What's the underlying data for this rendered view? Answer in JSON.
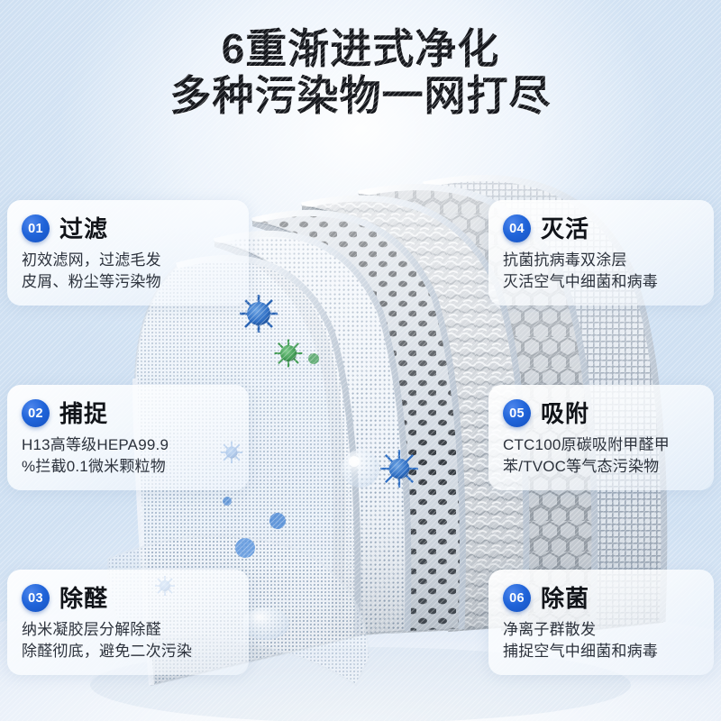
{
  "headline": {
    "line1": "6重渐进式净化",
    "line2": "多种污染物一网打尽"
  },
  "colors": {
    "badge_blue": "#2064d9",
    "background_blue": "#cddff3",
    "title_text": "#15171c",
    "body_text": "#2c323c"
  },
  "cards": [
    {
      "number": "01",
      "title": "过滤",
      "line1": "初效滤网，过滤毛发",
      "line2": "皮屑、粉尘等污染物",
      "side": "left"
    },
    {
      "number": "02",
      "title": "捕捉",
      "line1": "H13高等级HEPA99.9",
      "line2": "%拦截0.1微米颗粒物",
      "side": "left"
    },
    {
      "number": "03",
      "title": "除醛",
      "line1": "纳米凝胶层分解除醛",
      "line2": "除醛彻底，避免二次污染",
      "side": "left"
    },
    {
      "number": "04",
      "title": "灭活",
      "line1": "抗菌抗病毒双涂层",
      "line2": "灭活空气中细菌和病毒",
      "side": "right"
    },
    {
      "number": "05",
      "title": "吸附",
      "line1": "CTC100原碳吸附甲醛甲",
      "line2": "苯/TVOC等气态污染物",
      "side": "right"
    },
    {
      "number": "06",
      "title": "除菌",
      "line1": "净离子群散发",
      "line2": "捕捉空气中细菌和病毒",
      "side": "right"
    }
  ],
  "illustration": {
    "description": "六层弧形滤网分层展开图",
    "layers": [
      {
        "name": "pre-filter-mesh",
        "texture": "细网格"
      },
      {
        "name": "hepa-pleated",
        "texture": "密织网"
      },
      {
        "name": "perforated-plate",
        "texture": "冲孔板"
      },
      {
        "name": "nano-gel-fiber",
        "texture": "纤维絮状"
      },
      {
        "name": "honeycomb-carbon",
        "texture": "蜂窝活性炭"
      },
      {
        "name": "ion-mesh",
        "texture": "密网"
      }
    ],
    "particles": [
      {
        "name": "virus-blue",
        "color": "#2f6fc4"
      },
      {
        "name": "virus-green",
        "color": "#3f9a52"
      },
      {
        "name": "droplet",
        "color": "#e8f1fb"
      }
    ]
  }
}
